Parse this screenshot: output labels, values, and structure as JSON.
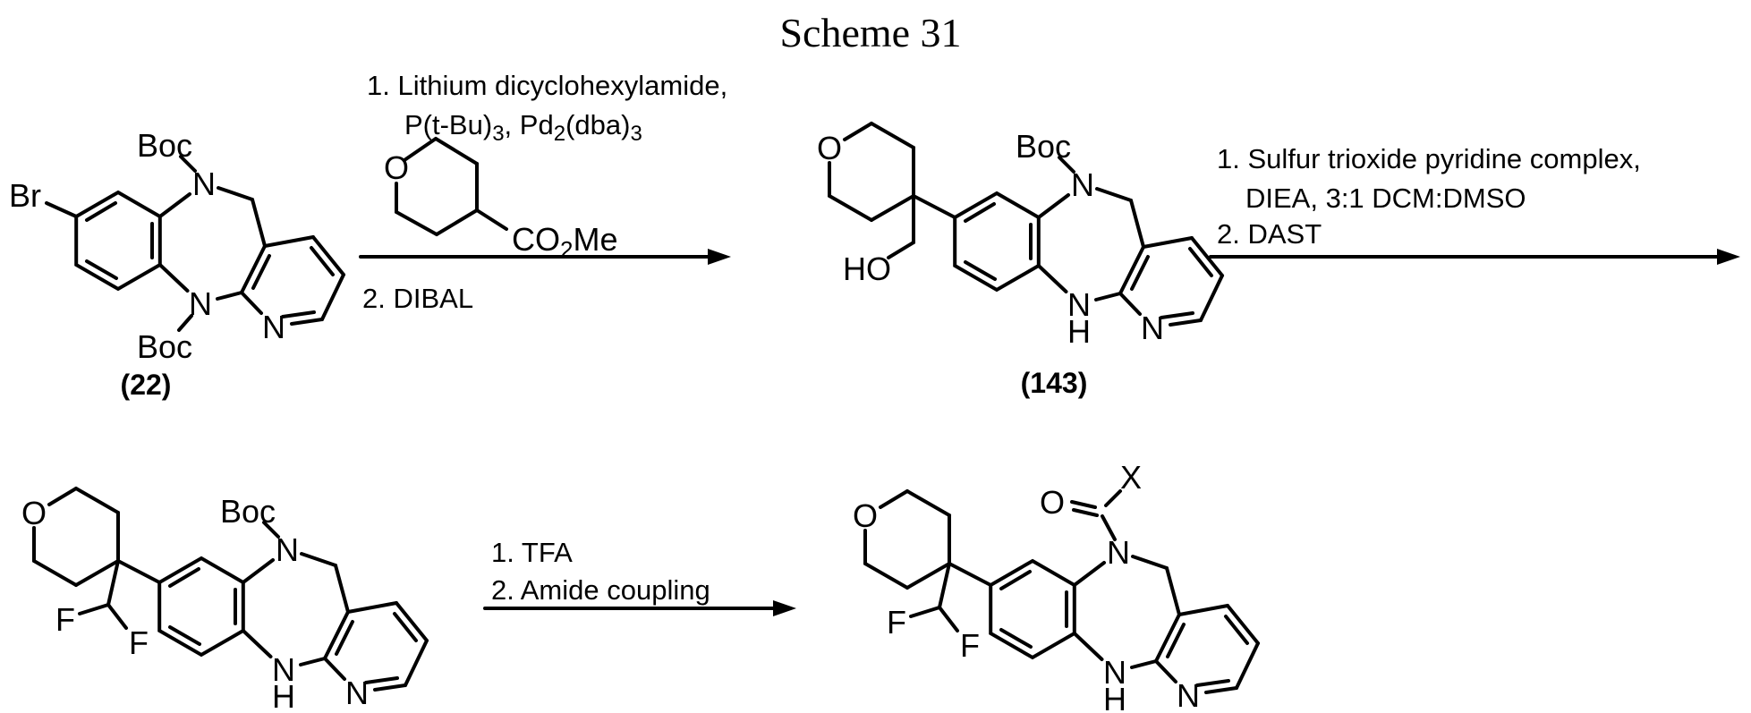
{
  "title": "Scheme 31",
  "compound_labels": {
    "reactant": "(22)",
    "product1": "(143)"
  },
  "atom_labels": {
    "N": "N",
    "O": "O",
    "H": "H",
    "Br": "Br",
    "HO": "HO",
    "F": "F",
    "X": "X",
    "Boc": "Boc",
    "CO": "CO",
    "sub_2": "2",
    "Me": "Me"
  },
  "step1": {
    "line1": "1. Lithium dicyclohexylamide,",
    "ligand_parts": {
      "p1": "P(t-Bu)",
      "s1": "3",
      "p2": ", Pd",
      "s2": "2",
      "p3": "(dba)",
      "s3": "3"
    },
    "line2": "2. DIBAL"
  },
  "step2": {
    "line1": "1. Sulfur trioxide pyridine complex,",
    "line2": "DIEA, 3:1 DCM:DMSO",
    "line3": "2. DAST"
  },
  "step3": {
    "line1": "1. TFA",
    "line2": "2. Amide coupling"
  }
}
